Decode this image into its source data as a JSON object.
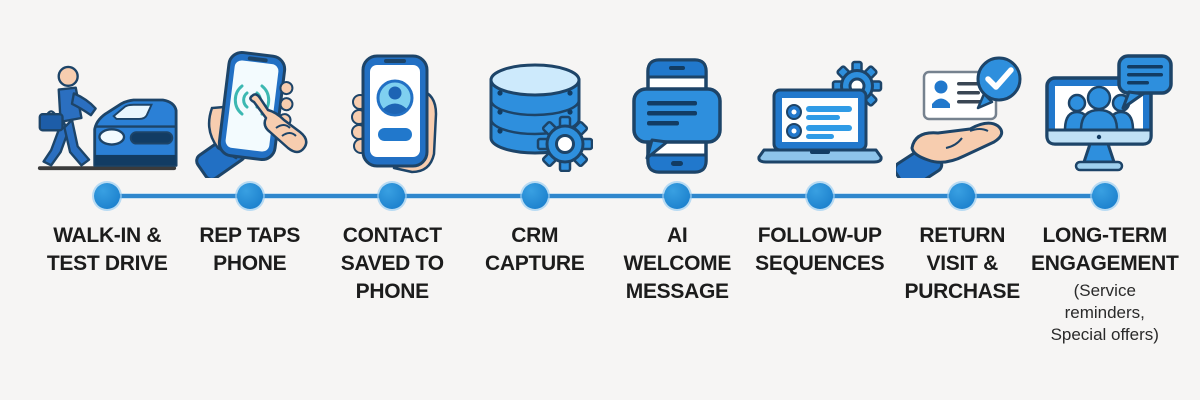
{
  "title": "Dealership walk-in to long-term engagement customer journey timeline",
  "colors": {
    "background": "#f6f5f4",
    "timeline_line": "#2f87cd",
    "timeline_dot": "#1e8ad6",
    "icon_blue": "#2178cc",
    "icon_blue_bright": "#2e8fdd",
    "icon_blue_light": "#cdeafc",
    "icon_outline": "#1d4468",
    "skin": "#f7cdaf",
    "label_text": "#1c1c1c"
  },
  "timeline": {
    "stages": [
      {
        "icon": "walk-in-car-icon",
        "label": "WALK-IN &\nTEST DRIVE"
      },
      {
        "icon": "hand-tapping-phone-icon",
        "label": "REP TAPS\nPHONE"
      },
      {
        "icon": "phone-contact-icon",
        "label": "CONTACT\nSAVED TO\nPHONE"
      },
      {
        "icon": "database-gear-icon",
        "label": "CRM\nCAPTURE"
      },
      {
        "icon": "phone-chat-icon",
        "label": "AI\nWELCOME\nMESSAGE"
      },
      {
        "icon": "laptop-gear-icon",
        "label": "FOLLOW-UP\nSEQUENCES"
      },
      {
        "icon": "hand-card-check-icon",
        "label": "RETURN\nVISIT &\nPURCHASE"
      },
      {
        "icon": "monitor-audience-icon",
        "label": "LONG-TERM\nENGAGEMENT",
        "sublabel": "(Service reminders,\nSpecial offers)"
      }
    ]
  }
}
